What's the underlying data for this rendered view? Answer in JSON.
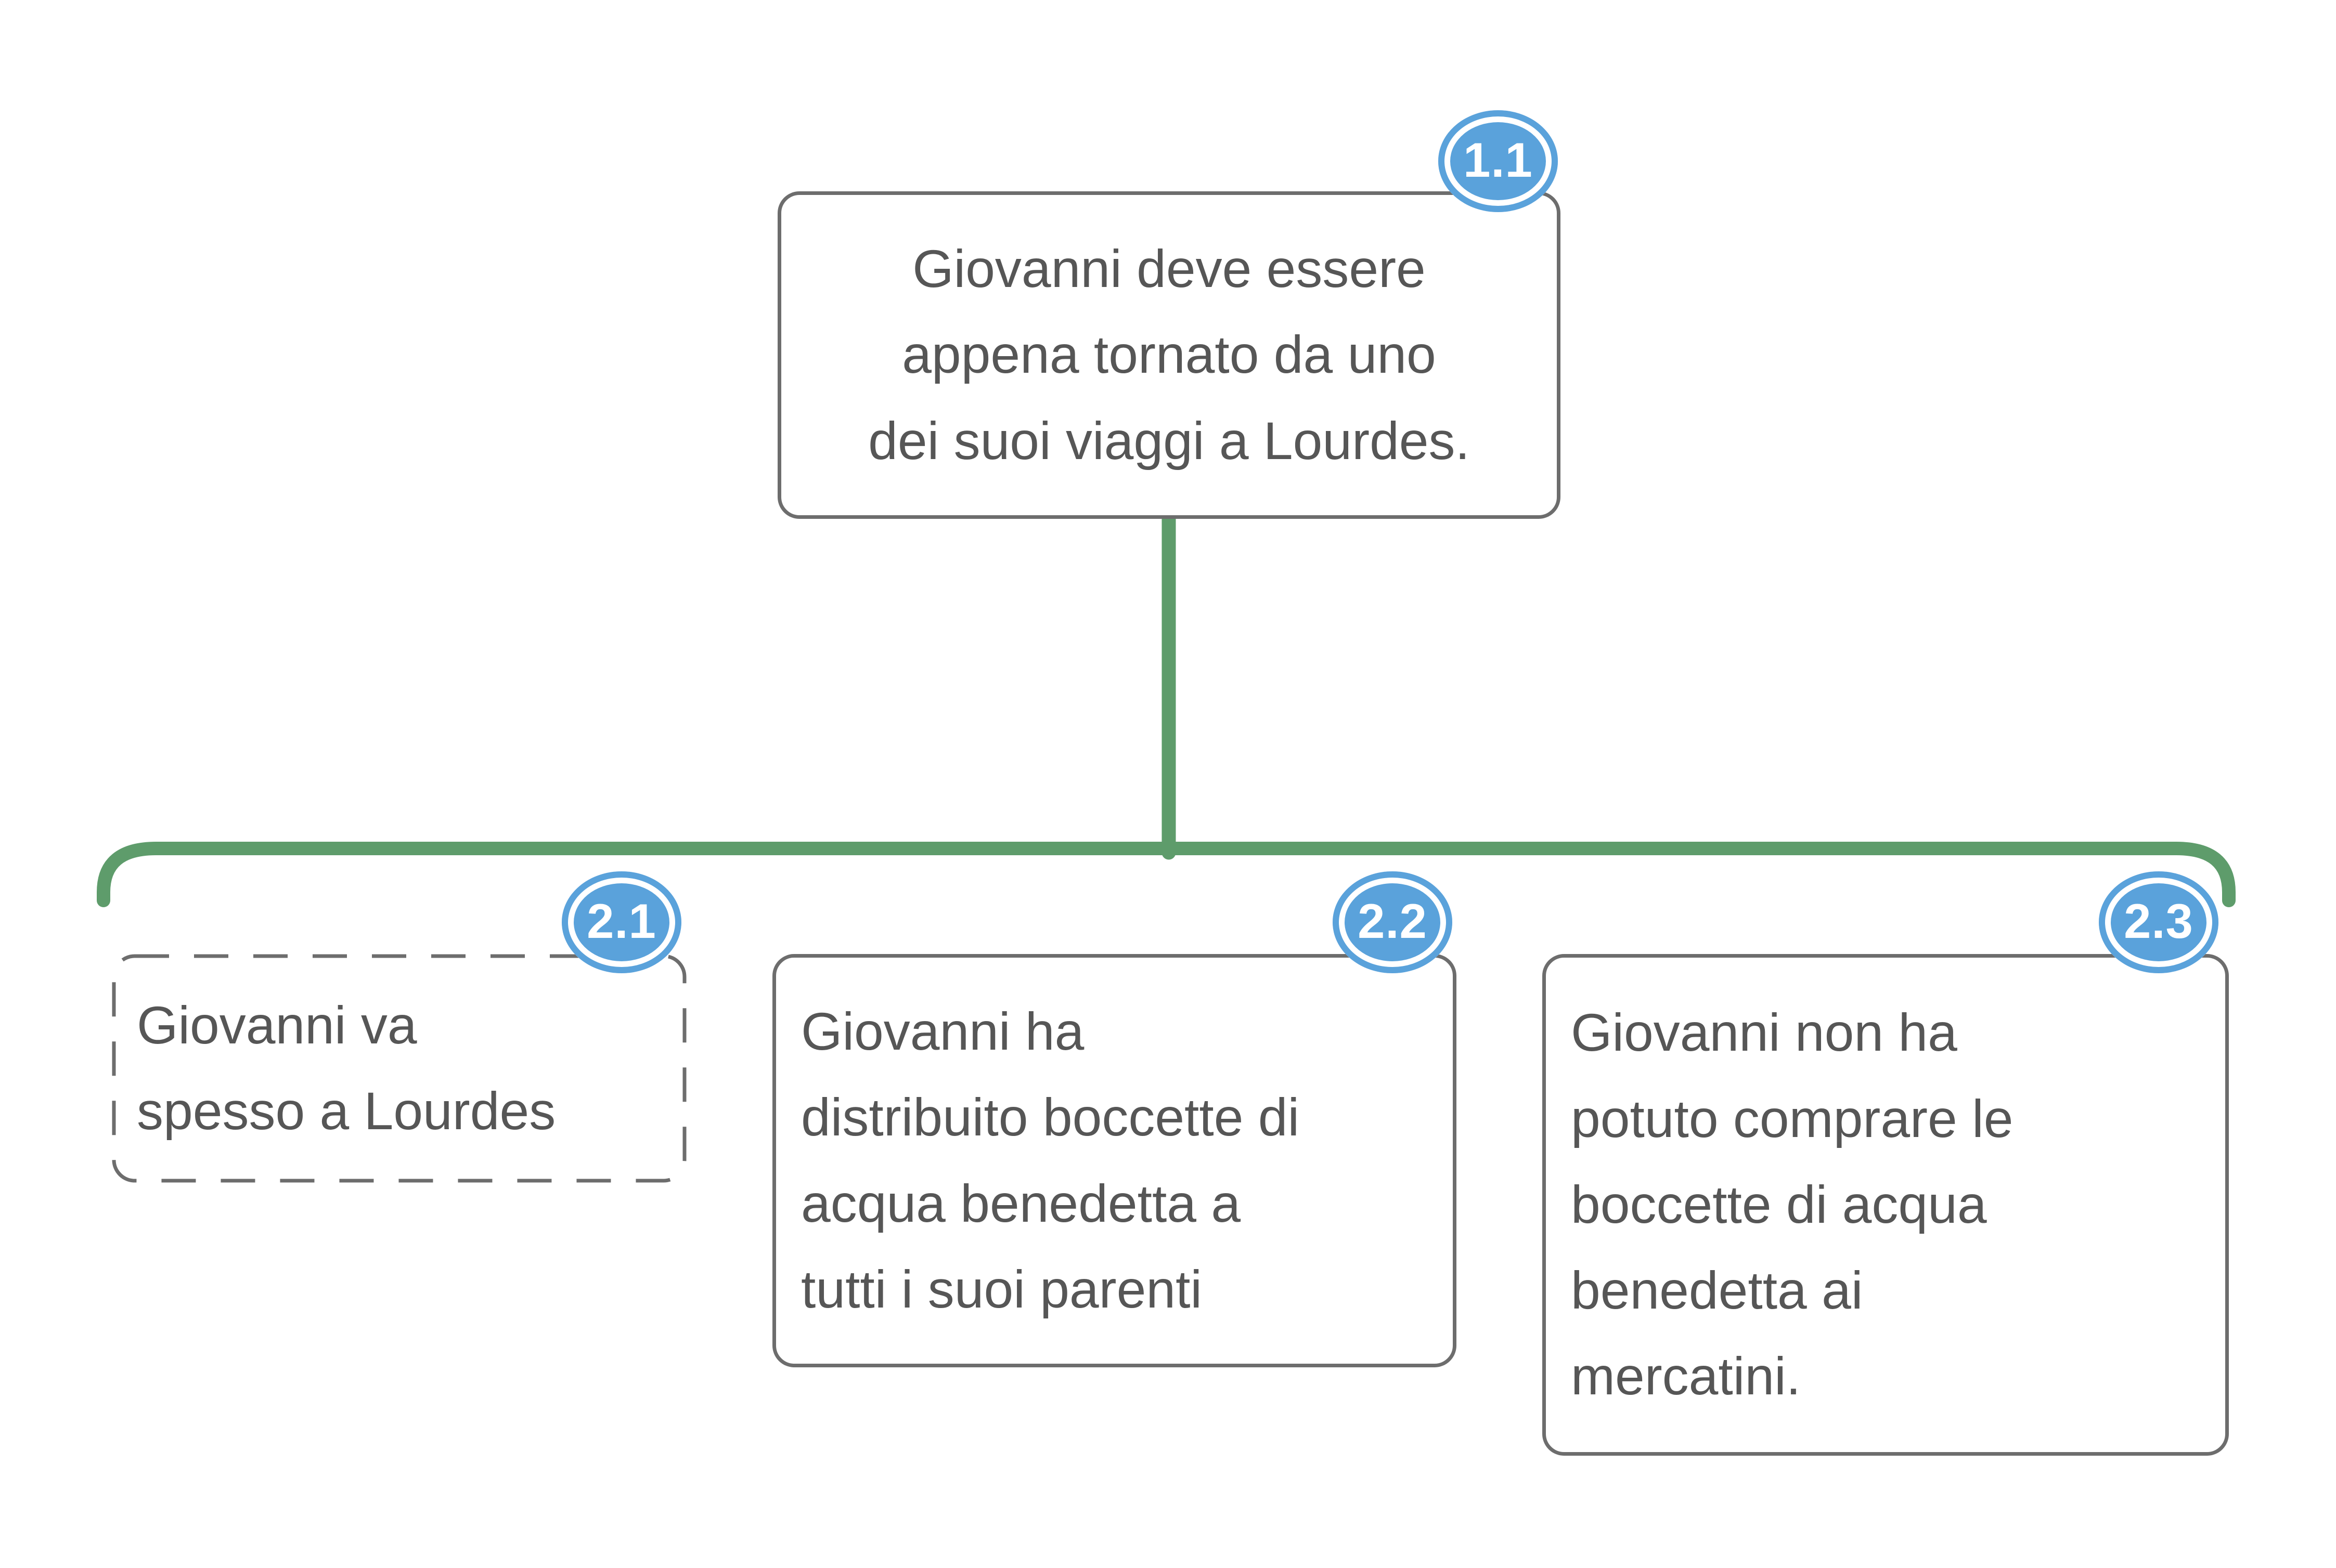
{
  "diagram": {
    "type": "mind-map",
    "colors": {
      "connector_green": "#5e9c6b",
      "badge_blue": "#5aa2db",
      "node_border_gray": "#6d6d6d",
      "text_gray": "#565656",
      "background": "#ffffff"
    },
    "root": {
      "badge": "1.1",
      "text": "Giovanni deve essere\nappena tornato da uno\ndei suoi viaggi a Lourdes.",
      "border_style": "solid"
    },
    "children": [
      {
        "badge": "2.1",
        "text": "Giovanni va\nspesso a Lourdes",
        "border_style": "dashed"
      },
      {
        "badge": "2.2",
        "text": "Giovanni ha\ndistribuito boccette di\nacqua benedetta a\ntutti i suoi parenti",
        "border_style": "solid"
      },
      {
        "badge": "2.3",
        "text": "Giovanni non ha\npotuto comprare le\nboccette di acqua\nbenedetta ai\nmercatini.",
        "border_style": "solid"
      }
    ]
  }
}
